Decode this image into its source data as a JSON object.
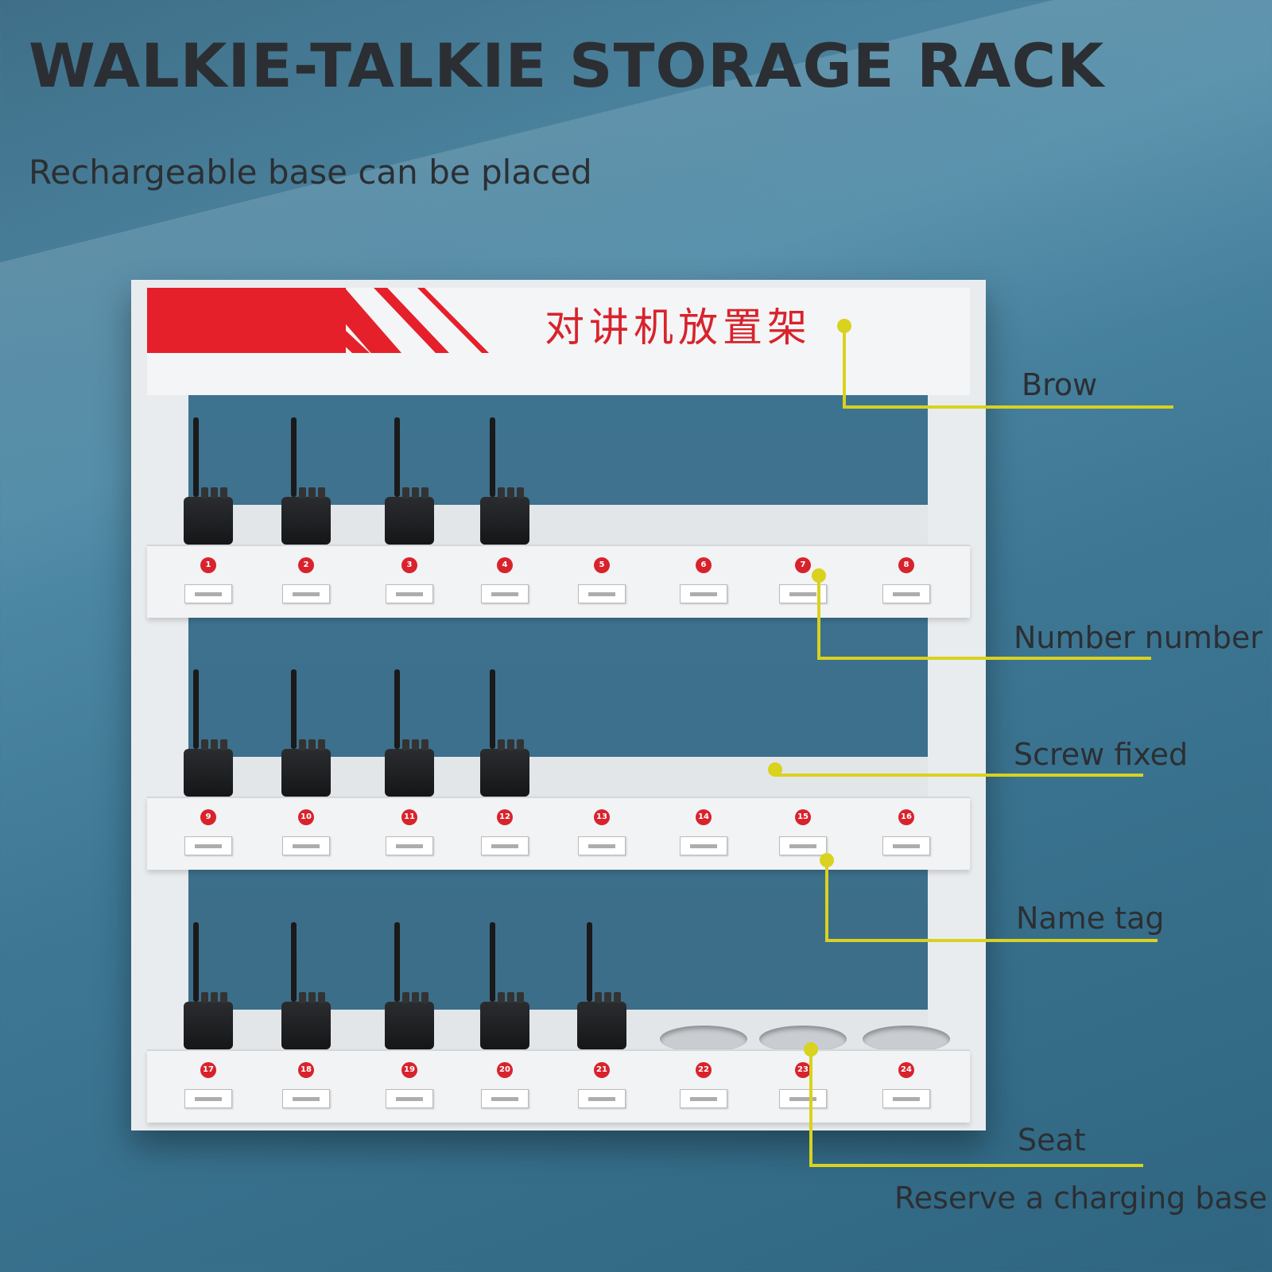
{
  "title": "WALKIE-TALKIE STORAGE RACK",
  "subtitle": "Rechargeable base can be placed",
  "rack": {
    "brow_text": "对讲机放置架",
    "accent_color": "#d8232c",
    "shelves": [
      {
        "numbers": [
          "1",
          "2",
          "3",
          "4",
          "5",
          "6",
          "7",
          "8"
        ],
        "radios": 4
      },
      {
        "numbers": [
          "9",
          "10",
          "11",
          "12",
          "13",
          "14",
          "15",
          "16"
        ],
        "radios": 4
      },
      {
        "numbers": [
          "17",
          "18",
          "19",
          "20",
          "21",
          "22",
          "23",
          "24"
        ],
        "radios": 5
      }
    ]
  },
  "callouts": [
    {
      "label": "Brow"
    },
    {
      "label": "Number number"
    },
    {
      "label": "Screw fixed"
    },
    {
      "label": "Name tag"
    },
    {
      "label": "Seat"
    },
    {
      "label": "Reserve a charging base"
    }
  ],
  "callout_color": "#d9d21e"
}
